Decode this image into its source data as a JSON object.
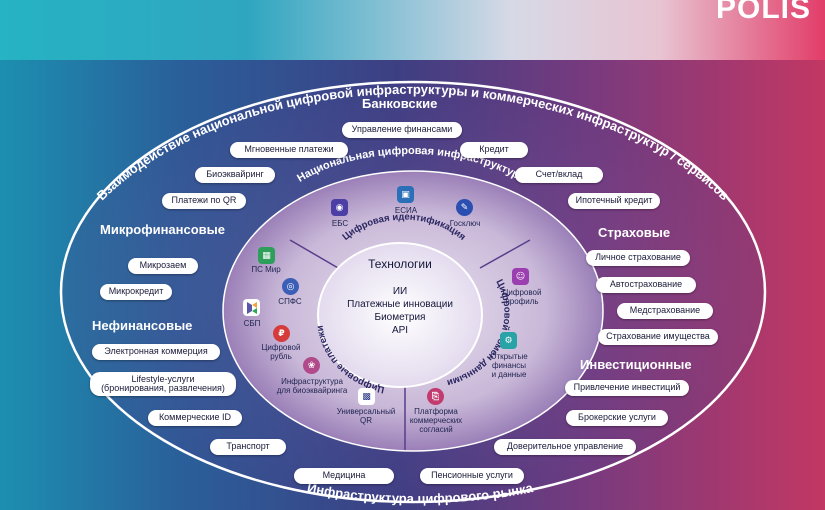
{
  "brand": {
    "logo": "POLIS"
  },
  "rings": {
    "outer_top": "Взаимодействие национальной цифровой инфраструктуры и коммерческих инфраструктур / сервисов",
    "outer_bottom": "Инфраструктура цифрового рынка",
    "middle_top": "Национальная цифровая инфраструктура",
    "inner_top": "Цифровая идентификация",
    "inner_right": "Цифровой обмен данными",
    "inner_bottom": "Цифровые платежи"
  },
  "center": {
    "title": "Технологии",
    "lines": [
      "ИИ",
      "Платежные инновации",
      "Биометрия",
      "API"
    ]
  },
  "categories": [
    {
      "key": "banking",
      "label": "Банковские"
    },
    {
      "key": "microfinance",
      "label": "Микрофинансовые"
    },
    {
      "key": "nonfinancial",
      "label": "Нефинансовые"
    },
    {
      "key": "insurance",
      "label": "Страховые"
    },
    {
      "key": "investment",
      "label": "Инвестиционные"
    }
  ],
  "services": [
    "Управление финансами",
    "Мгновенные платежи",
    "Кредит",
    "Биоэквайринг",
    "Счет/вклад",
    "Платежи по QR",
    "Ипотечный кредит",
    "Микрозаем",
    "Микрокредит",
    "Личное страхование",
    "Автострахование",
    "Медстрахование",
    "Страхование имущества",
    "Электронная коммерция",
    "Lifestyle-услуги\n(бронирования, развлечения)",
    "Привлечение инвестиций",
    "Коммерческие ID",
    "Брокерские услуги",
    "Транспорт",
    "Доверительное управление",
    "Медицина",
    "Пенсионные услуги"
  ],
  "infrastructure": [
    {
      "label": "ЕБС",
      "icon": "biometry-icon",
      "color": "#4b3fa6"
    },
    {
      "label": "ЕСИА",
      "icon": "esia-icon",
      "color": "#2b6fb8"
    },
    {
      "label": "Госключ",
      "icon": "key-icon",
      "color": "#2b4fb0"
    },
    {
      "label": "ПС Мир",
      "icon": "mir-icon",
      "color": "#2e9e5b"
    },
    {
      "label": "СПФС",
      "icon": "spfs-icon",
      "color": "#3b5fb6"
    },
    {
      "label": "СБП",
      "icon": "sbp-icon",
      "color": "#ffffff"
    },
    {
      "label": "Цифровой\nрубль",
      "icon": "ruble-icon",
      "color": "#d63b3b"
    },
    {
      "label": "Инфраструктура\nдля биоэквайринга",
      "icon": "bio-acquiring-icon",
      "color": "#b04a8a"
    },
    {
      "label": "Универсальный\nQR",
      "icon": "qr-icon",
      "color": "#ffffff"
    },
    {
      "label": "Платформа\nкоммерческих\nсогласий",
      "icon": "consent-icon",
      "color": "#c23a6e"
    },
    {
      "label": "Цифровой\nпрофиль",
      "icon": "profile-icon",
      "color": "#9b3fb0"
    },
    {
      "label": "Открытые\nфинансы\nи данные",
      "icon": "open-data-icon",
      "color": "#2aa3a8"
    }
  ]
}
